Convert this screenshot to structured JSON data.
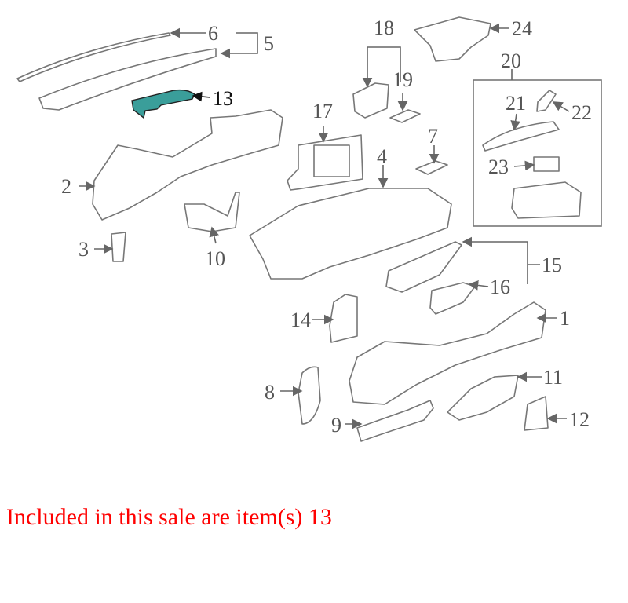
{
  "diagram": {
    "title": "Instrument panel parts",
    "highlight_color": "#3a9e9a",
    "callouts": [
      "1",
      "2",
      "3",
      "4",
      "5",
      "6",
      "7",
      "8",
      "9",
      "10",
      "11",
      "12",
      "13",
      "14",
      "15",
      "16",
      "17",
      "18",
      "19",
      "20",
      "21",
      "22",
      "23",
      "24"
    ]
  },
  "caption": "Included in this sale are item(s) 13"
}
